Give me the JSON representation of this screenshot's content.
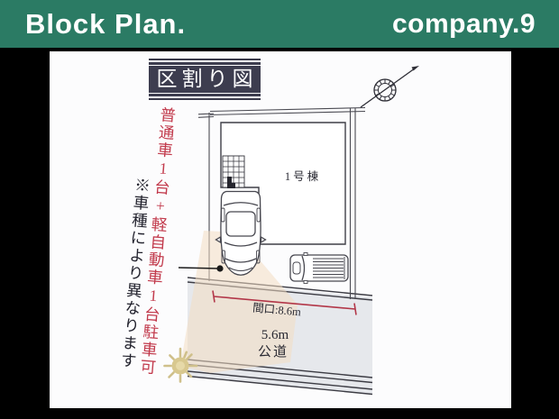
{
  "header": {
    "logo": "Block Plan.",
    "brand": "company.9"
  },
  "plan": {
    "title": "区割り図",
    "parking_note": "普通車1台+軽自動車1台駐車可",
    "disclaimer": "※車種により異なります",
    "building_label": "1号棟",
    "frontage_label": "間口:8.6m",
    "road_width": "5.6m",
    "road_type": "公道"
  },
  "icons": {
    "north_arrow": "north-arrow-icon",
    "sun": "sun-icon"
  },
  "colors": {
    "header_bg": "#2b7b64",
    "title_bg": "#3d3d4f",
    "accent_red": "#c23a4c",
    "dimension_red": "#b23648",
    "road_fill": "#e6e8ec",
    "light_cone": "#f3dcc2",
    "sun_fill": "#d8c88f",
    "line": "#3f3f47"
  }
}
